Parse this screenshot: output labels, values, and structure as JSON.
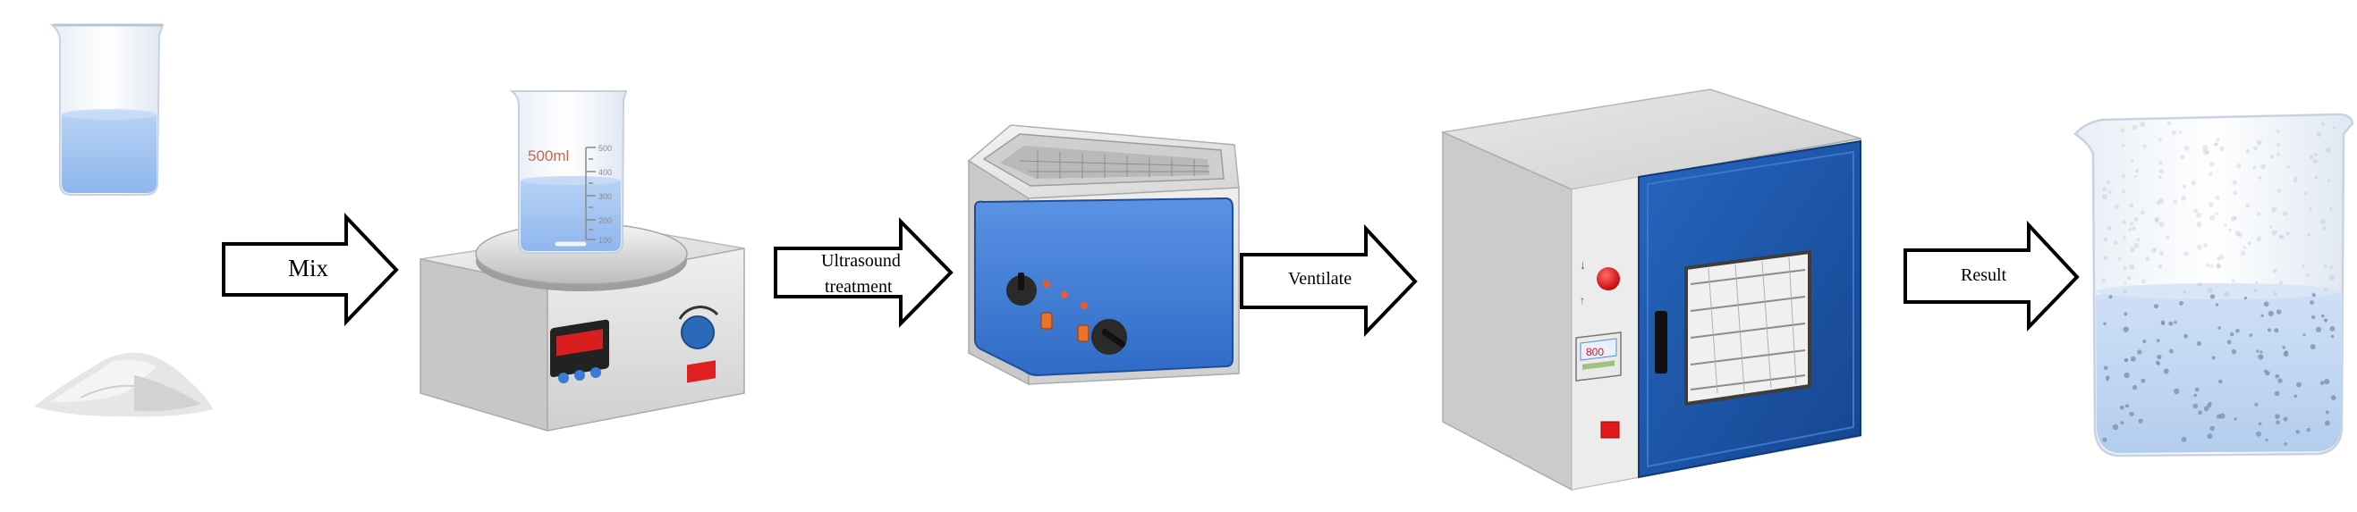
{
  "process": {
    "steps": [
      {
        "label": "Mix"
      },
      {
        "label_line1": "Ultrasound",
        "label_line2": "treatment"
      },
      {
        "label": "Ventilate"
      },
      {
        "label": "Result"
      }
    ]
  },
  "stirrer": {
    "beaker_volume_label": "500ml",
    "beaker_scale": [
      "500",
      "400",
      "300",
      "200",
      "100"
    ]
  },
  "oven": {
    "display_value": "800"
  },
  "colors": {
    "liquid": "#a8c8f0",
    "liquid_dark": "#7aa6e6",
    "device_grey": "#dcdcdc",
    "oven_door_blue": "#1e56a8",
    "ultrasound_panel_blue": "#3d7bd6",
    "indicator_red": "#e02020",
    "arrow_stroke": "#000000"
  },
  "icons": [
    "water-beaker-icon",
    "powder-pile-icon",
    "magnetic-stirrer-icon",
    "ultrasonic-bath-icon",
    "drying-oven-icon",
    "suspension-beaker-icon"
  ]
}
